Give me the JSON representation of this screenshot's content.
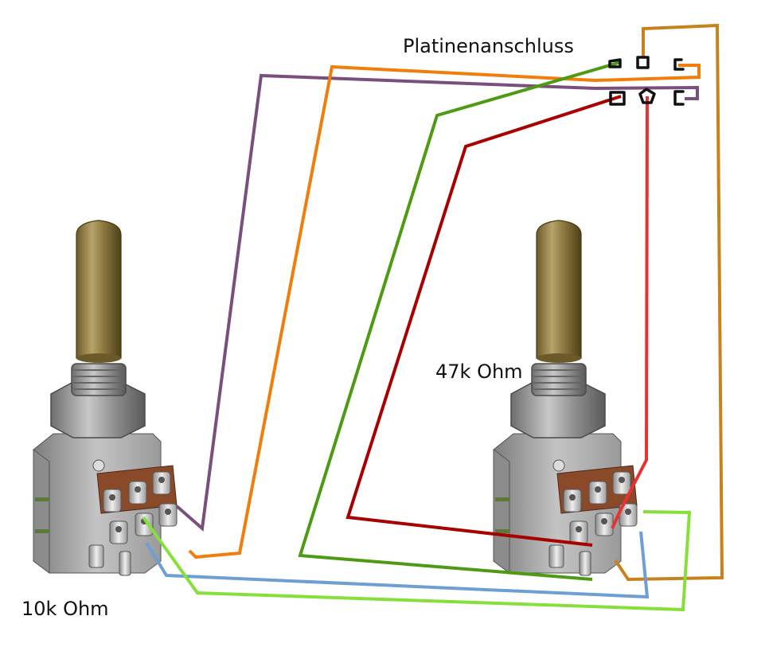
{
  "labels": {
    "header": "Platinenanschluss",
    "pot_right": "47k Ohm",
    "pot_left": "10k Ohm"
  },
  "colors": {
    "purple": "#7a4f7e",
    "orange": "#f07d0c",
    "green_dark": "#4e9a12",
    "red_dark": "#a80000",
    "red": "#e83232",
    "brown_orange": "#c8821c",
    "blue": "#6f9fd2",
    "green_light": "#86e03a",
    "connector": "#111111"
  },
  "components": [
    {
      "id": "pot-left",
      "label_key": "pot_left"
    },
    {
      "id": "pot-right",
      "label_key": "pot_right"
    },
    {
      "id": "header",
      "label_key": "header",
      "pins": 6
    }
  ],
  "wires": [
    {
      "name": "wire-purple",
      "color": "purple"
    },
    {
      "name": "wire-orange",
      "color": "orange"
    },
    {
      "name": "wire-green-dark",
      "color": "green_dark"
    },
    {
      "name": "wire-red-dark",
      "color": "red_dark"
    },
    {
      "name": "wire-red",
      "color": "red"
    },
    {
      "name": "wire-brown-orange",
      "color": "brown_orange"
    },
    {
      "name": "wire-blue",
      "color": "blue"
    },
    {
      "name": "wire-green-light",
      "color": "green_light"
    }
  ]
}
